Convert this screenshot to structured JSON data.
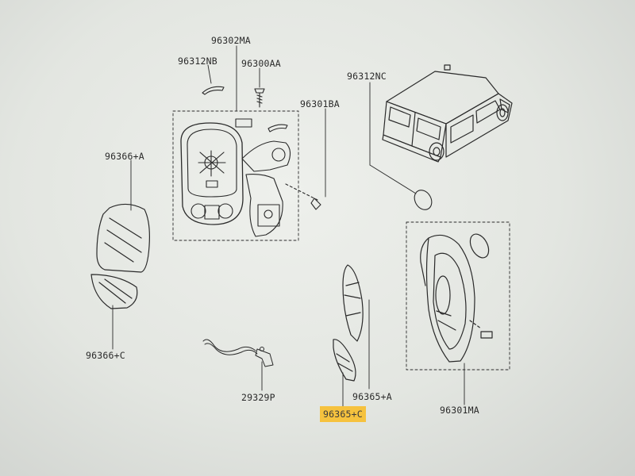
{
  "diagram": {
    "parts": [
      {
        "id": "p1",
        "code": "96302MA"
      },
      {
        "id": "p2",
        "code": "96312NB"
      },
      {
        "id": "p3",
        "code": "96300AA"
      },
      {
        "id": "p4",
        "code": "96312NC"
      },
      {
        "id": "p5",
        "code": "96301BA"
      },
      {
        "id": "p6",
        "code": "96366+A"
      },
      {
        "id": "p7",
        "code": "96366+C"
      },
      {
        "id": "p8",
        "code": "29329P"
      },
      {
        "id": "p9",
        "code": "96365+A"
      },
      {
        "id": "p10",
        "code": "96365+C",
        "highlighted": true,
        "highlight_color": "#f6c23e"
      },
      {
        "id": "p11",
        "code": "96301MA"
      }
    ],
    "line_color": "#2a2a2a",
    "background_color": "#e6e8e4"
  }
}
